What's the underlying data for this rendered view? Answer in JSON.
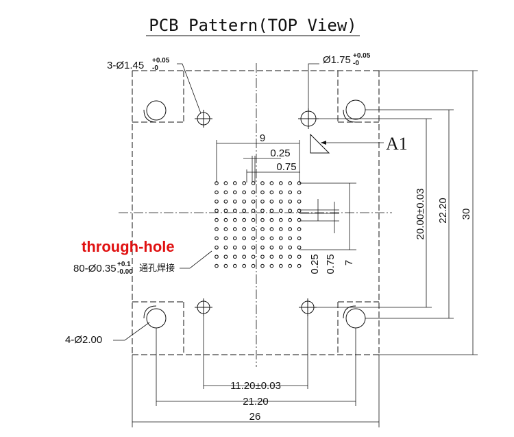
{
  "title": "PCB Pattern(TOP View)",
  "labels": {
    "mount_hole_main": "3-Ø1.45",
    "mount_hole_tol_up": "+0.05",
    "mount_hole_tol_down": "-0",
    "align_hole_main": "Ø1.75",
    "align_hole_tol_up": "+0.05",
    "align_hole_tol_down": "-0",
    "pin1": "A1",
    "through_hole": "through-hole",
    "via_main": "80-Ø0.35",
    "via_tol_up": "+0.1",
    "via_tol_down": "-0.00",
    "via_note_cn": "通孔焊接",
    "corner_holes": "4-Ø2.00"
  },
  "dimensions": {
    "grid_width": "9",
    "pitch_025": "0.25",
    "pitch_075": "0.75",
    "v_025": "0.25",
    "v_075": "0.75",
    "v_7": "7",
    "v_20": "20.00±0.03",
    "v_2220": "22.20",
    "v_30": "30",
    "h_1120": "11.20±0.03",
    "h_2120": "21.20",
    "h_26": "26"
  },
  "grid": {
    "rows": 10,
    "cols": 10
  },
  "colors": {
    "line": "#111111",
    "highlight": "#e01010"
  }
}
